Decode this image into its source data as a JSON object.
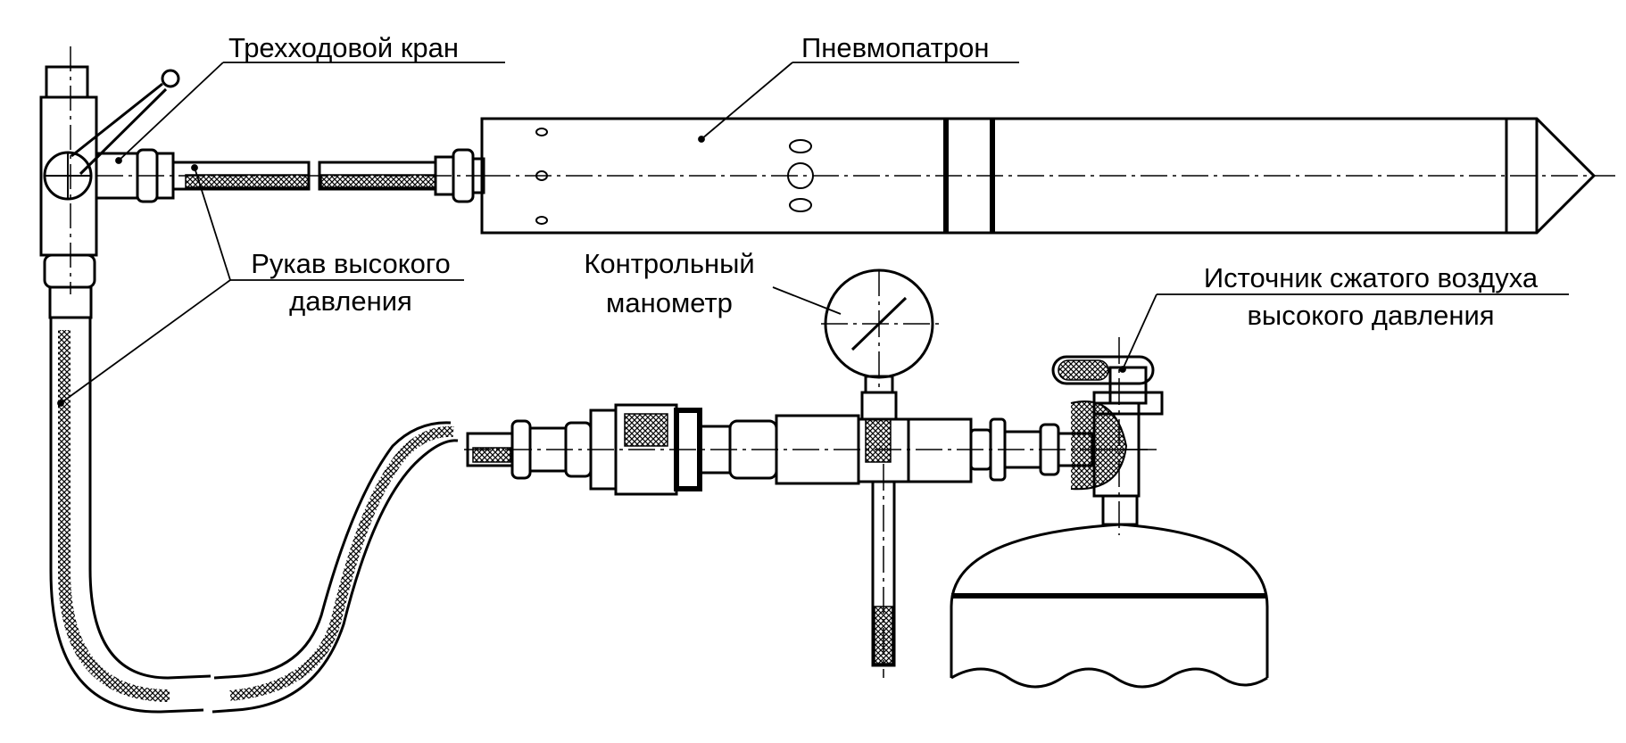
{
  "labels": {
    "three_way_valve": "Трехходовой кран",
    "pneumatic_cartridge": "Пневмопатрон",
    "high_pressure_hose_line1": "Рукав высокого",
    "high_pressure_hose_line2": "давления",
    "control_manometer_line1": "Контрольный",
    "control_manometer_line2": "манометр",
    "air_source_line1": "Источник сжатого воздуха",
    "air_source_line2": "высокого давления"
  },
  "colors": {
    "line": "#000000",
    "background": "#ffffff"
  }
}
